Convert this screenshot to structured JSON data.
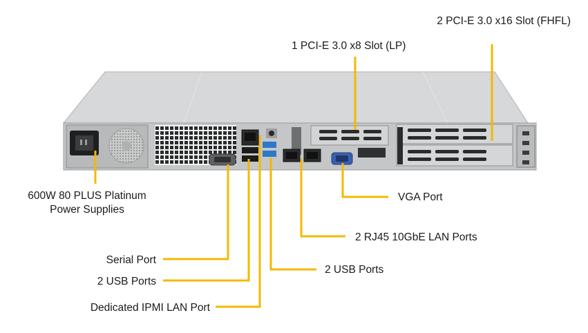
{
  "colors": {
    "leader": "#F5B800",
    "chassis_top": "#d4d6d7",
    "chassis_front": "#c2c4c5",
    "port_blue": "#2f78c8",
    "vga_blue": "#3a5fb0"
  },
  "labels": {
    "pcie_x16": "2 PCI-E 3.0 x16 Slot (FHFL)",
    "pcie_x8": "1 PCI-E 3.0 x8 Slot (LP)",
    "psu_line1": "600W 80 PLUS Platinum",
    "psu_line2": "Power Supplies",
    "vga": "VGA Port",
    "lan": "2 RJ45 10GbE LAN Ports",
    "serial": "Serial Port",
    "usb_left": "2 USB Ports",
    "usb_right": "2 USB Ports",
    "ipmi": "Dedicated IPMI LAN Port"
  }
}
